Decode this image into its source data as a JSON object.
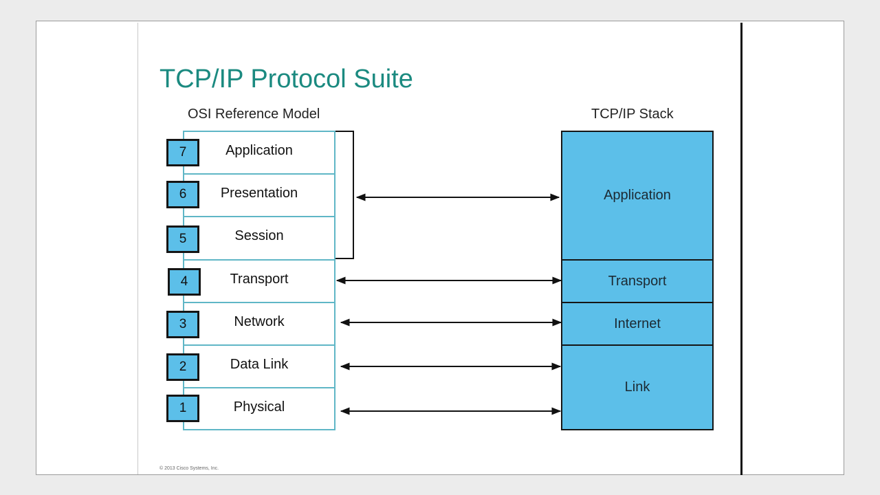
{
  "slide": {
    "title": "TCP/IP Protocol Suite",
    "osi_header": "OSI Reference Model",
    "tcp_header": "TCP/IP Stack",
    "copyright": "© 2013 Cisco Systems, Inc."
  },
  "osi_layers": [
    {
      "number": "7",
      "name": "Application"
    },
    {
      "number": "6",
      "name": "Presentation"
    },
    {
      "number": "5",
      "name": "Session"
    },
    {
      "number": "4",
      "name": "Transport"
    },
    {
      "number": "3",
      "name": "Network"
    },
    {
      "number": "2",
      "name": "Data Link"
    },
    {
      "number": "1",
      "name": "Physical"
    }
  ],
  "tcp_layers": [
    {
      "name": "Application"
    },
    {
      "name": "Transport"
    },
    {
      "name": "Internet"
    },
    {
      "name": "Link"
    }
  ],
  "colors": {
    "title": "#1b8a80",
    "layer_fill": "#5cbfe9",
    "osi_border": "#5fb6c6"
  }
}
